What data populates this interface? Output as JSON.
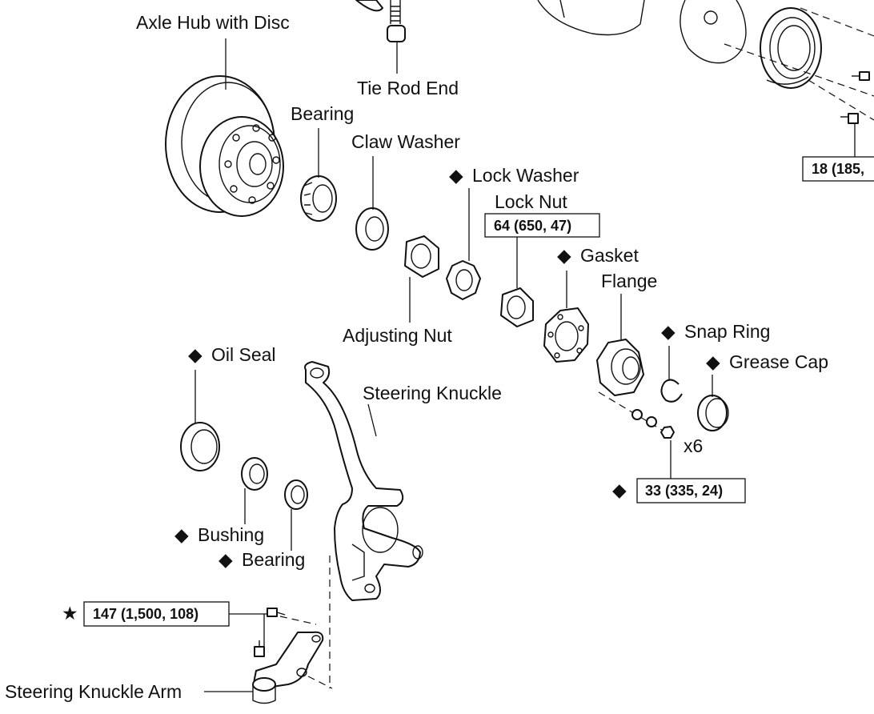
{
  "labels": {
    "axle_hub": "Axle Hub with Disc",
    "tie_rod_end": "Tie Rod End",
    "bearing_outer": "Bearing",
    "claw_washer": "Claw Washer",
    "lock_washer": "Lock Washer",
    "lock_nut": "Lock Nut",
    "gasket": "Gasket",
    "flange": "Flange",
    "adjusting_nut": "Adjusting Nut",
    "snap_ring": "Snap Ring",
    "grease_cap": "Grease Cap",
    "oil_seal": "Oil Seal",
    "steering_knuckle": "Steering Knuckle",
    "bushing": "Bushing",
    "bearing_inner": "Bearing",
    "steering_knuckle_arm": "Steering Knuckle Arm",
    "x6": "x6"
  },
  "torques": {
    "lock_nut": "64 (650, 47)",
    "flange_nut": "33 (335, 24)",
    "knuckle_arm": "147 (1,500, 108)",
    "backing_plate": "18 (185,"
  },
  "symbols": {
    "non_reusable": "◆",
    "precoated": "★"
  }
}
